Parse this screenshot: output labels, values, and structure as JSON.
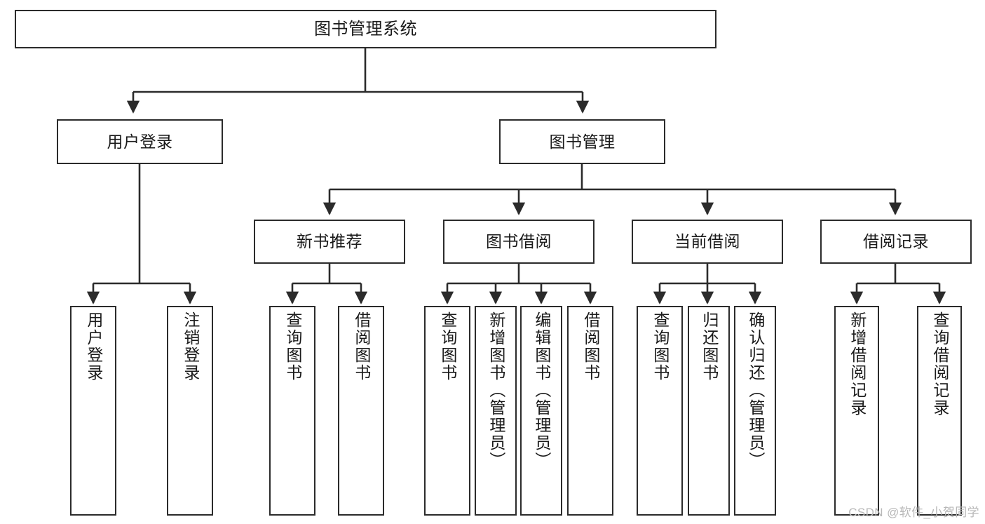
{
  "diagram": {
    "title": "图书管理系统",
    "root": {
      "id": "root",
      "label": "图书管理系统"
    },
    "level1": [
      {
        "id": "user-login",
        "label": "用户登录"
      },
      {
        "id": "book-manage",
        "label": "图书管理"
      }
    ],
    "level2": [
      {
        "id": "new-book-rec",
        "label": "新书推荐"
      },
      {
        "id": "book-borrow",
        "label": "图书借阅"
      },
      {
        "id": "current-borrow",
        "label": "当前借阅"
      },
      {
        "id": "borrow-record",
        "label": "借阅记录"
      }
    ],
    "leaves": {
      "user_login": [
        {
          "id": "leaf-user-login",
          "label": "用户登录"
        },
        {
          "id": "leaf-user-logout",
          "label": "注销登录"
        }
      ],
      "new_book_rec": [
        {
          "id": "leaf-query-book-1",
          "label": "查询图书"
        },
        {
          "id": "leaf-borrow-book-1",
          "label": "借阅图书"
        }
      ],
      "book_borrow": [
        {
          "id": "leaf-query-book-2",
          "label": "查询图书"
        },
        {
          "id": "leaf-add-book",
          "label": "新增图书（管理员）"
        },
        {
          "id": "leaf-edit-book",
          "label": "编辑图书（管理员）"
        },
        {
          "id": "leaf-borrow-book-2",
          "label": "借阅图书"
        }
      ],
      "current_borrow": [
        {
          "id": "leaf-query-book-3",
          "label": "查询图书"
        },
        {
          "id": "leaf-return-book",
          "label": "归还图书"
        },
        {
          "id": "leaf-confirm-return",
          "label": "确认归还（管理员）"
        }
      ],
      "borrow_record": [
        {
          "id": "leaf-add-record",
          "label": "新增借阅记录"
        },
        {
          "id": "leaf-query-record",
          "label": "查询借阅记录"
        }
      ]
    }
  },
  "watermark": {
    "text": "CSDN @软件_小贺同学"
  },
  "colors": {
    "background": "#ffffff",
    "box_border": "#2b2b2b",
    "box_fill": "#ffffff",
    "text": "#1a1a1a",
    "connector": "#2b2b2b",
    "watermark": "#b8b8b8"
  }
}
